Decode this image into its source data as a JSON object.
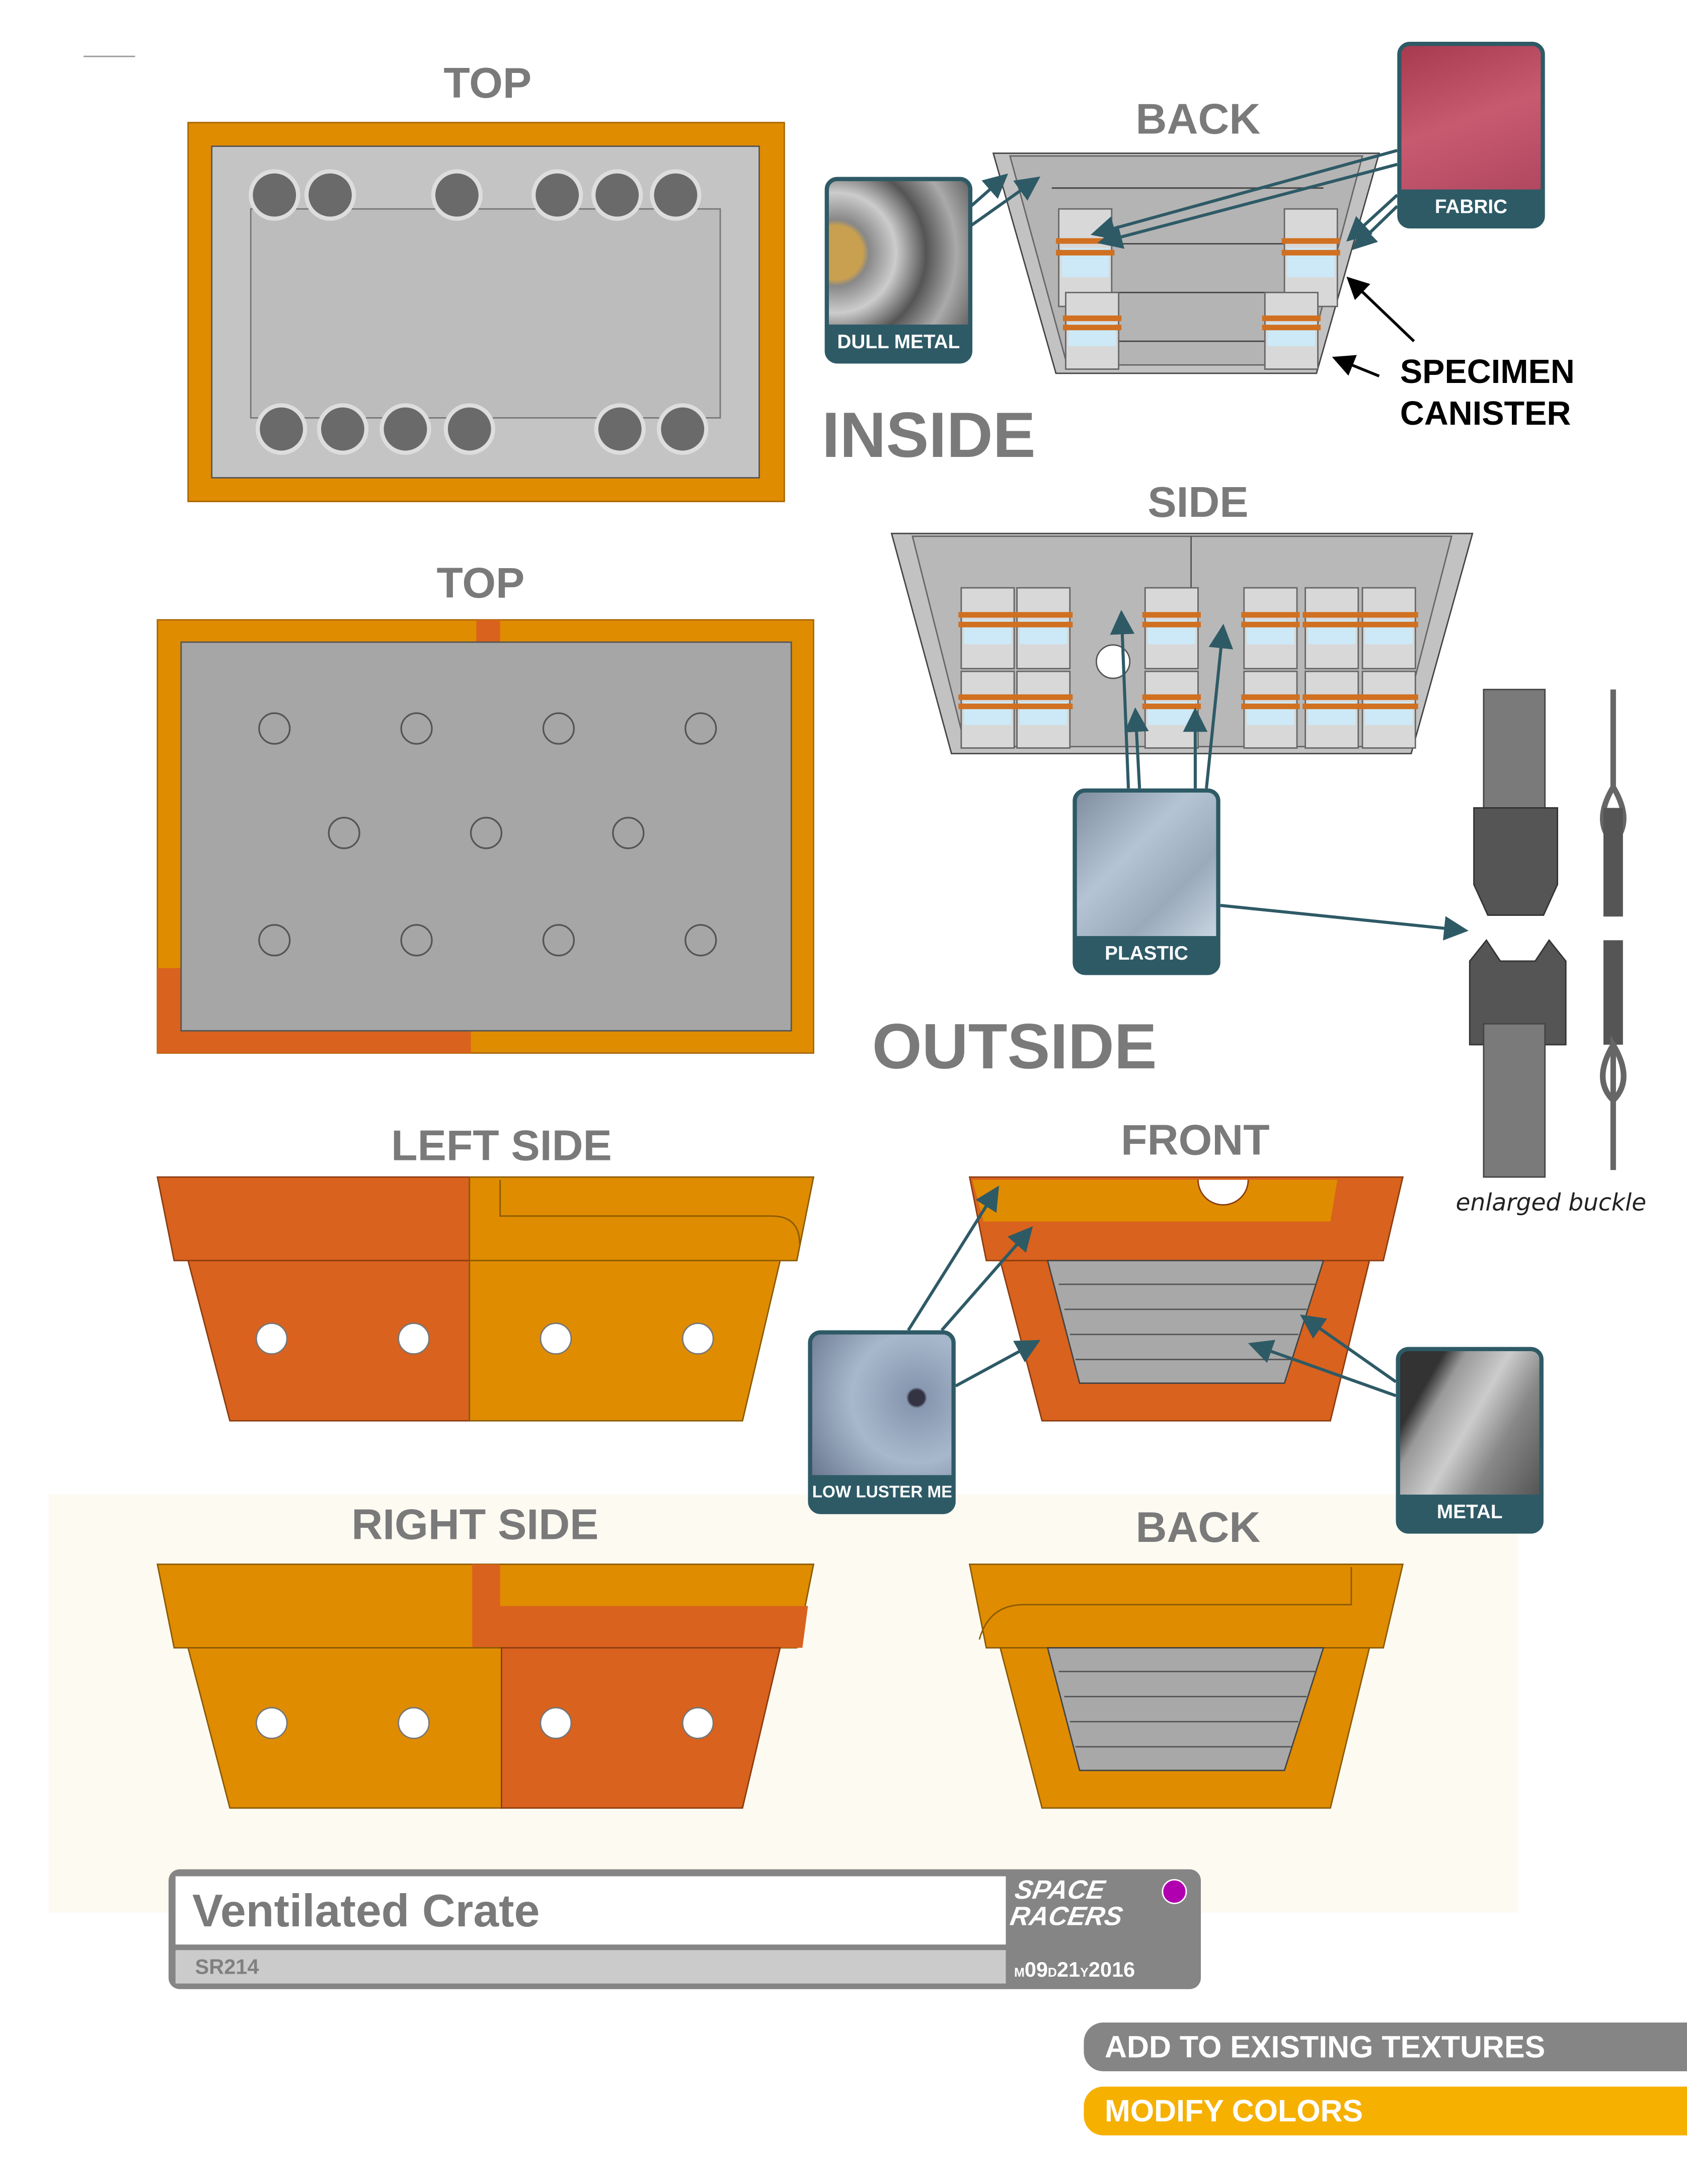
{
  "labels": {
    "inside_top": "TOP",
    "inside_back": "BACK",
    "inside_heading": "INSIDE",
    "inside_side": "SIDE",
    "outside_top": "TOP",
    "outside_heading": "OUTSIDE",
    "left_side": "LEFT SIDE",
    "front": "FRONT",
    "right_side": "RIGHT SIDE",
    "outside_back": "BACK",
    "specimen_line1": "SPECIMEN",
    "specimen_line2": "CANISTER",
    "enlarged_buckle": "enlarged buckle"
  },
  "textures": {
    "dull_metal": "DULL METAL",
    "fabric": "FABRIC",
    "plastic": "PLASTIC",
    "low_luster_metal": "LOW LUSTER METAL",
    "metal": "METAL"
  },
  "title_block": {
    "title": "Ventilated Crate",
    "code": "SR214",
    "logo": "SPACE RACERS",
    "date": {
      "m_label": "M",
      "month": "09",
      "d_label": "D",
      "day": "21",
      "y_label": "Y",
      "year": "2016"
    }
  },
  "buttons": {
    "add_textures": "ADD TO EXISTING TEXTURES",
    "modify_colors": "MODIFY COLORS"
  },
  "colors": {
    "orange": "#e08c00",
    "dark_orange": "#d9621e",
    "teal": "#2e5a66",
    "grey_text": "#7a7a7a",
    "button_grey": "#858585",
    "button_yellow": "#f6b000",
    "status_dot": "#b000b0"
  }
}
